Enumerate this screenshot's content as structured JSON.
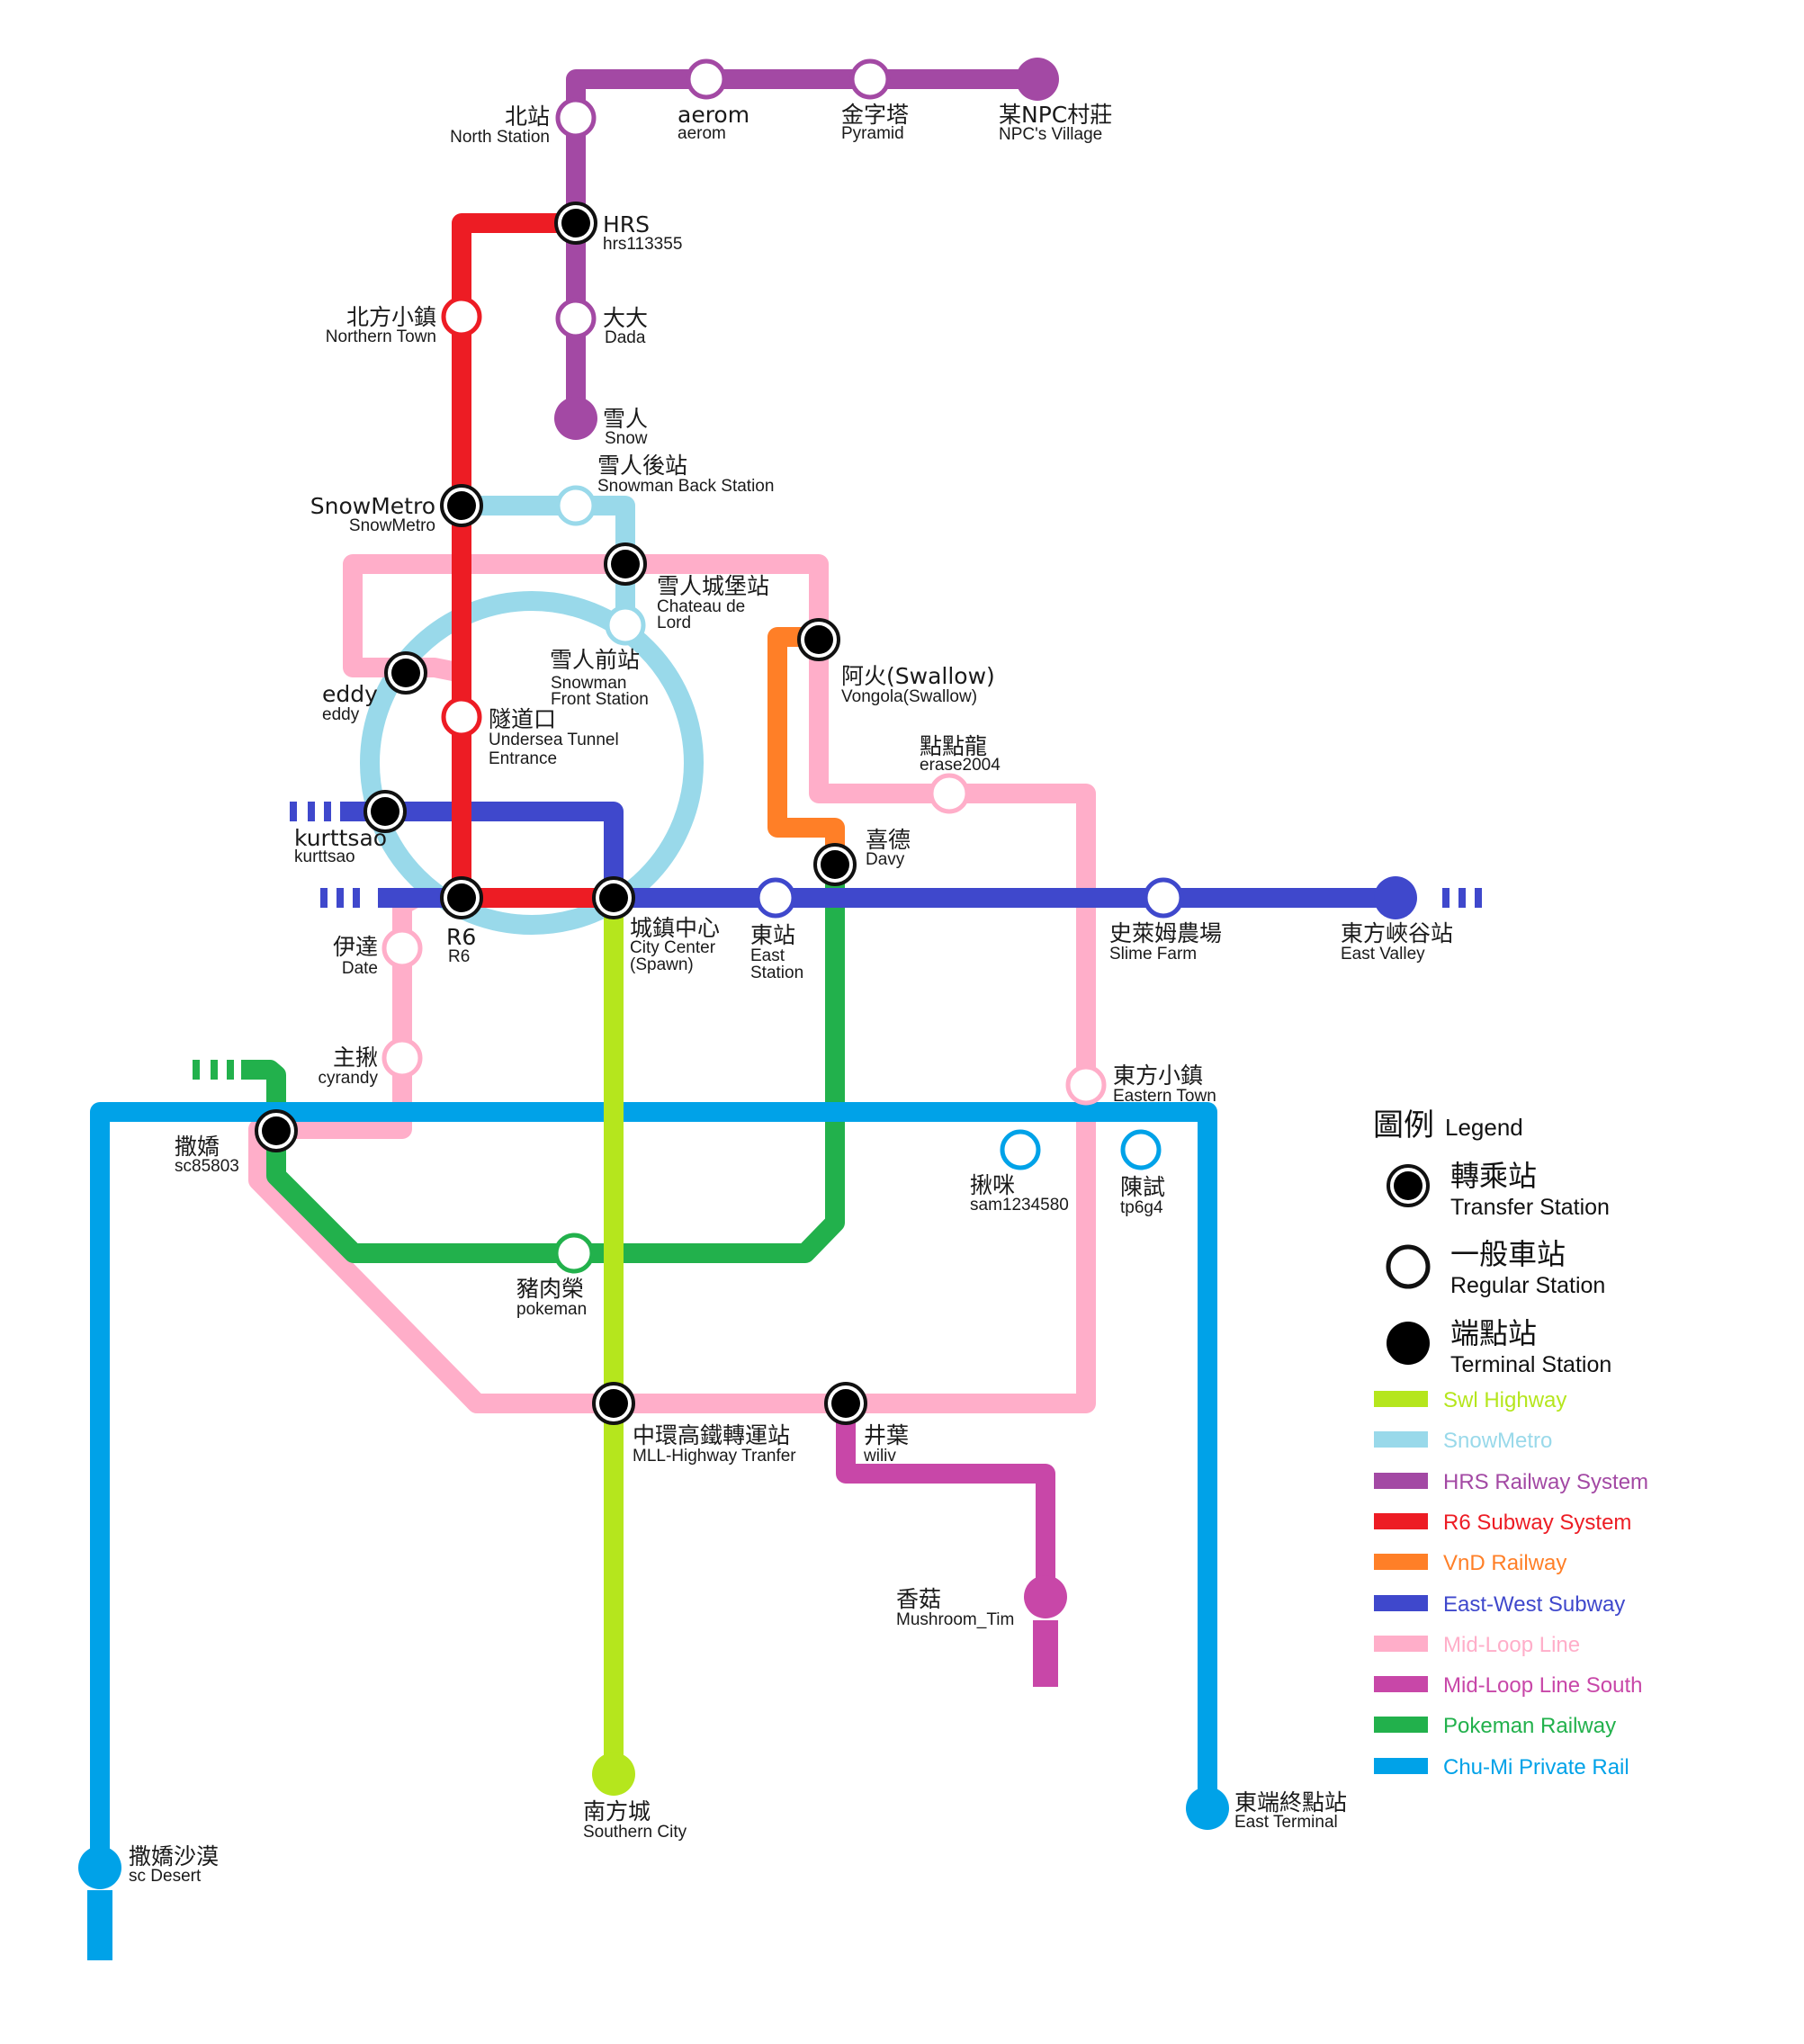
{
  "lines": {
    "highway": {
      "name": "Swl Highway",
      "color": "#b5e61d"
    },
    "snowmetro": {
      "name": "SnowMetro",
      "color": "#99d9ea"
    },
    "hrs": {
      "name": "HRS Railway System",
      "color": "#a349a4"
    },
    "r6": {
      "name": "R6 Subway System",
      "color": "#ed1c24"
    },
    "vnd": {
      "name": "VnD Railway",
      "color": "#ff7f27"
    },
    "eastwest": {
      "name": "East-West Subway",
      "color": "#3f48cc"
    },
    "midloop": {
      "name": "Mid-Loop Line",
      "color": "#ffaec9"
    },
    "midloop_south": {
      "name": "Mid-Loop Line South",
      "color": "#c847a8"
    },
    "pokeman": {
      "name": "Pokeman Railway",
      "color": "#22b14c"
    },
    "chumi": {
      "name": "Chu-Mi Private Rail",
      "color": "#00a2e8"
    }
  },
  "stations": {
    "north_station": {
      "cn": "北站",
      "en": "North Station"
    },
    "aerom": {
      "cn": "aerom",
      "en": "aerom"
    },
    "pyramid": {
      "cn": "金字塔",
      "en": "Pyramid"
    },
    "npc_village": {
      "cn": "某NPC村莊",
      "en": "NPC's Village"
    },
    "hrs": {
      "cn": "HRS",
      "en": "hrs113355"
    },
    "northern_town": {
      "cn": "北方小鎮",
      "en": "Northern Town"
    },
    "dada": {
      "cn": "大大",
      "en": "Dada"
    },
    "snow": {
      "cn": "雪人",
      "en": "Snow"
    },
    "snowmetro": {
      "cn": "SnowMetro",
      "en": "SnowMetro"
    },
    "snowman_back": {
      "cn": "雪人後站",
      "en": "Snowman Back Station"
    },
    "chateau": {
      "cn": "雪人城堡站",
      "en1": "Chateau de",
      "en2": "Lord"
    },
    "snowman_front": {
      "cn": "雪人前站",
      "en1": "Snowman",
      "en2": "Front Station"
    },
    "eddy": {
      "cn": "eddy",
      "en": "eddy"
    },
    "tunnel": {
      "cn": "隧道口",
      "en1": "Undersea Tunnel",
      "en2": "Entrance"
    },
    "vongola": {
      "cn": "阿火(Swallow)",
      "en": "Vongola(Swallow)"
    },
    "erase": {
      "cn": "點點龍",
      "en": "erase2004"
    },
    "kurttsao": {
      "cn": "kurttsao",
      "en": "kurttsao"
    },
    "davy": {
      "cn": "喜德",
      "en": "Davy"
    },
    "r6": {
      "cn": "R6",
      "en": "R6"
    },
    "city_center": {
      "cn": "城鎮中心",
      "en1": "City Center",
      "en2": "(Spawn)"
    },
    "east_station": {
      "cn": "東站",
      "en1": "East",
      "en2": "Station"
    },
    "slime_farm": {
      "cn": "史萊姆農場",
      "en": "Slime Farm"
    },
    "east_valley": {
      "cn": "東方峽谷站",
      "en": "East Valley"
    },
    "date": {
      "cn": "伊達",
      "en": "Date"
    },
    "cyrandy": {
      "cn": "主揪",
      "en": "cyrandy"
    },
    "eastern_town": {
      "cn": "東方小鎮",
      "en": "Eastern Town"
    },
    "sc85803": {
      "cn": "撒嬌",
      "en": "sc85803"
    },
    "sam": {
      "cn": "揪咪",
      "en": "sam1234580"
    },
    "tp6g4": {
      "cn": "陳試",
      "en": "tp6g4"
    },
    "pokeman": {
      "cn": "豬肉榮",
      "en": "pokeman"
    },
    "mll": {
      "cn": "中環高鐵轉運站",
      "en": "MLL-Highway Tranfer"
    },
    "wiliv": {
      "cn": "井葉",
      "en": "wiliv"
    },
    "mushroom": {
      "cn": "香菇",
      "en": "Mushroom_Tim"
    },
    "southern_city": {
      "cn": "南方城",
      "en": "Southern City"
    },
    "east_terminal": {
      "cn": "東端終點站",
      "en": "East Terminal"
    },
    "sc_desert": {
      "cn": "撒嬌沙漠",
      "en": "sc Desert"
    }
  },
  "legend": {
    "title_cn": "圖例",
    "title_en": "Legend",
    "transfer_cn": "轉乘站",
    "transfer_en": "Transfer Station",
    "regular_cn": "一般車站",
    "regular_en": "Regular Station",
    "terminal_cn": "端點站",
    "terminal_en": "Terminal Station"
  }
}
